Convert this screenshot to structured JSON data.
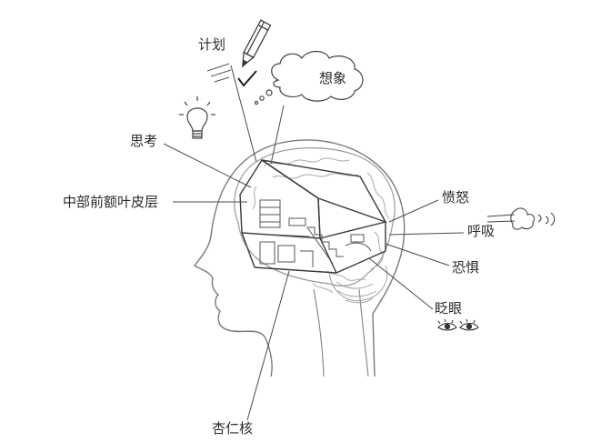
{
  "diagram": {
    "labels": {
      "plan": "计划",
      "imagine": "想象",
      "think": "思考",
      "prefrontal_cortex": "中部前额叶皮层",
      "anger": "愤怒",
      "breathing": "呼吸",
      "fear": "恐惧",
      "blink": "眨眼",
      "amygdala": "杏仁核"
    },
    "icons": [
      "pencil-icon",
      "checkmark-icon",
      "lightbulb-icon",
      "thought-cloud-icon",
      "breath-puff-icon",
      "eyes-icon"
    ],
    "colors": {
      "line": "#444444",
      "sketch": "#9a9a9a",
      "text": "#2a2a2a"
    }
  }
}
